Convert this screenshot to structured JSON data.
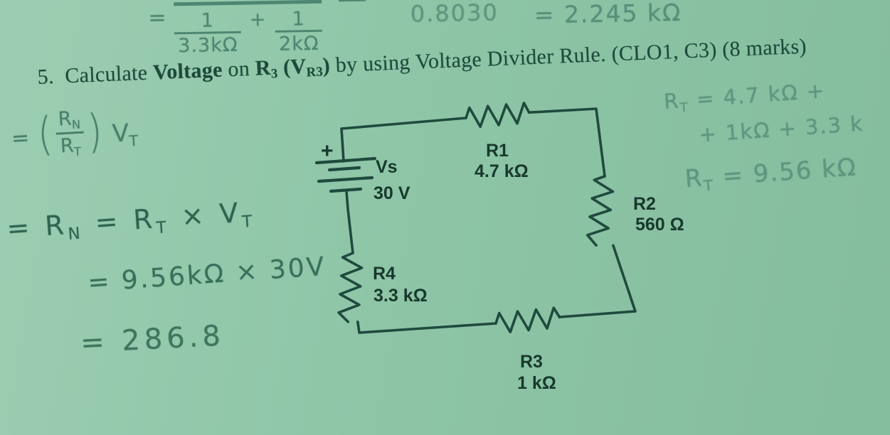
{
  "page": {
    "paper_color": "#8fc5a7",
    "printed_ink": "#1d4a3b",
    "handwriting_ink": "#4d8772"
  },
  "scratch_top": {
    "eq": "=",
    "f1_num": "1",
    "f1_den": "3.3kΩ",
    "plus": "+",
    "f2_num": "1",
    "f2_den": "2kΩ",
    "inverse_denominator": "0.8030",
    "result": "= 2.245 kΩ"
  },
  "question": {
    "parts": [
      {
        "t": "5."
      },
      {
        "t": "  Calculate "
      },
      {
        "t": "Voltage",
        "b": true
      },
      {
        "t": " on "
      },
      {
        "t": "R",
        "b": true
      },
      {
        "t": "3",
        "b": true,
        "sub": true
      },
      {
        "t": " (V",
        "b": true
      },
      {
        "t": "R3",
        "b": true,
        "sub": true
      },
      {
        "t": ")",
        "b": true
      },
      {
        "t": " by using Voltage Divider Rule. (CLO1, C3) (8 marks)"
      }
    ]
  },
  "work_right": {
    "line1_parts": [
      {
        "t": "R"
      },
      {
        "t": "T",
        "sub": true
      },
      {
        "t": " = 4.7 kΩ + "
      }
    ],
    "line2": "+ 1kΩ + 3.3 k",
    "line3_parts": [
      {
        "t": "R"
      },
      {
        "t": "T",
        "sub": true
      },
      {
        "t": " = 9.56 kΩ"
      }
    ]
  },
  "work_left": {
    "vdr_eq": "=",
    "vdr_open": "(",
    "vdr_close": ")",
    "vdr_num_parts": [
      {
        "t": "R"
      },
      {
        "t": "N",
        "sub": true
      }
    ],
    "vdr_den_parts": [
      {
        "t": "R"
      },
      {
        "t": "T",
        "sub": true
      }
    ],
    "vdr_v_parts": [
      {
        "t": "V"
      },
      {
        "t": "T",
        "sub": true
      }
    ],
    "eq2_parts": [
      {
        "t": "= "
      },
      {
        "t": "R"
      },
      {
        "t": "N",
        "sub": true
      },
      {
        "t": " = "
      },
      {
        "t": "R"
      },
      {
        "t": "T",
        "sub": true
      },
      {
        "t": " × "
      },
      {
        "t": "V"
      },
      {
        "t": "T",
        "sub": true
      }
    ],
    "eq3": "= 9.56kΩ × 30V",
    "eq4": "= 286.8"
  },
  "circuit": {
    "plus_sign": "+",
    "source_name": "Vs",
    "source_value": "30 V",
    "r1_name": "R1",
    "r1_value": "4.7 kΩ",
    "r2_name": "R2",
    "r2_value": "560 Ω",
    "r3_name": "R3",
    "r3_value": "1 kΩ",
    "r4_name": "R4",
    "r4_value": "3.3 kΩ"
  }
}
